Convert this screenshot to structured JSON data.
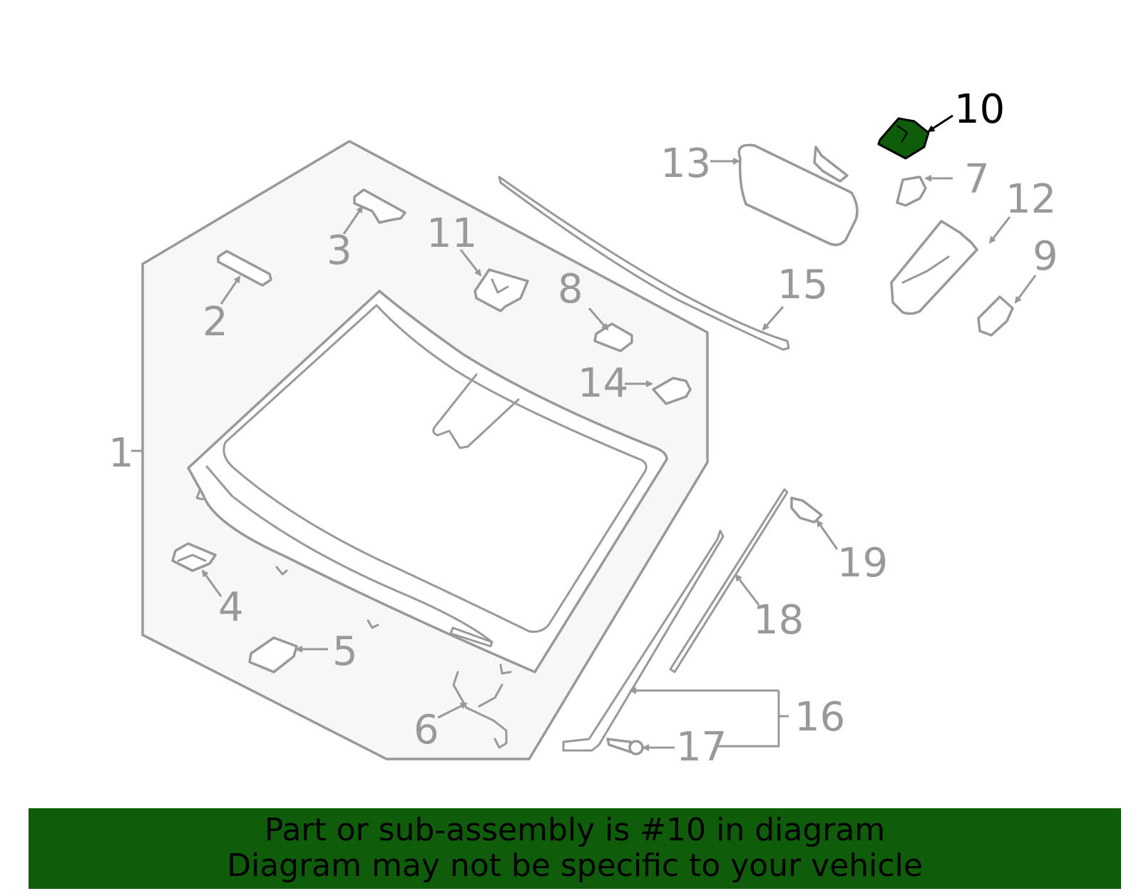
{
  "diagram": {
    "highlight_part": "10",
    "highlight_color": "#0f5c0a",
    "line_color": "#999999",
    "callouts": [
      "1",
      "2",
      "3",
      "4",
      "5",
      "6",
      "7",
      "8",
      "9",
      "10",
      "11",
      "12",
      "13",
      "14",
      "15",
      "16",
      "17",
      "18",
      "19"
    ]
  },
  "banner": {
    "line1": "Part or sub-assembly is #10 in diagram",
    "line2": "Diagram may not be specific to your vehicle",
    "background": "#0f5c0a"
  }
}
